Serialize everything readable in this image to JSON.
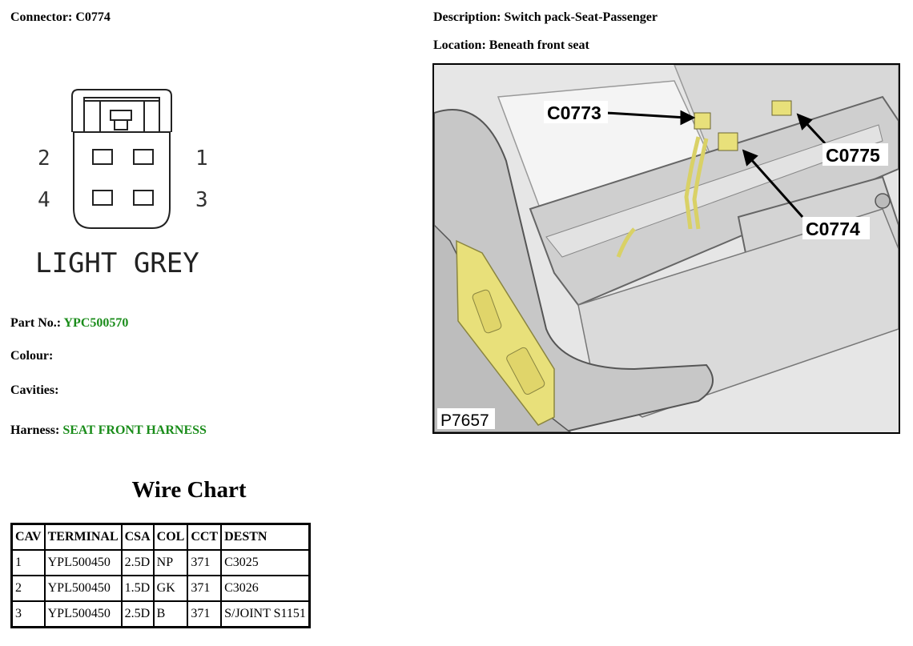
{
  "connector": {
    "label": "Connector:",
    "value": "C0774"
  },
  "description": {
    "label": "Description:",
    "value": "Switch pack-Seat-Passenger"
  },
  "location": {
    "label": "Location:",
    "value": "Beneath front seat"
  },
  "diagram": {
    "pins": [
      "1",
      "2",
      "3",
      "4"
    ],
    "colour_caption": "LIGHT GREY"
  },
  "details": {
    "part_no_label": "Part No.:",
    "part_no": "YPC500570",
    "colour_label": "Colour:",
    "colour": "",
    "cavities_label": "Cavities:",
    "cavities": "",
    "harness_label": "Harness:",
    "harness": "SEAT FRONT HARNESS"
  },
  "photo": {
    "callouts": [
      "C0773",
      "C0775",
      "C0774"
    ],
    "image_id": "P7657"
  },
  "wire_chart": {
    "title": "Wire Chart",
    "columns": [
      "CAV",
      "TERMINAL",
      "CSA",
      "COL",
      "CCT",
      "DESTN"
    ],
    "rows": [
      [
        "1",
        "YPL500450",
        "2.5D",
        "NP",
        "371",
        "C3025"
      ],
      [
        "2",
        "YPL500450",
        "1.5D",
        "GK",
        "371",
        "C3026"
      ],
      [
        "3",
        "YPL500450",
        "2.5D",
        "B",
        "371",
        "S/JOINT S1151"
      ]
    ]
  },
  "colors": {
    "link_green": "#1a8c1a",
    "connector_yellow": "#e8e07a"
  }
}
